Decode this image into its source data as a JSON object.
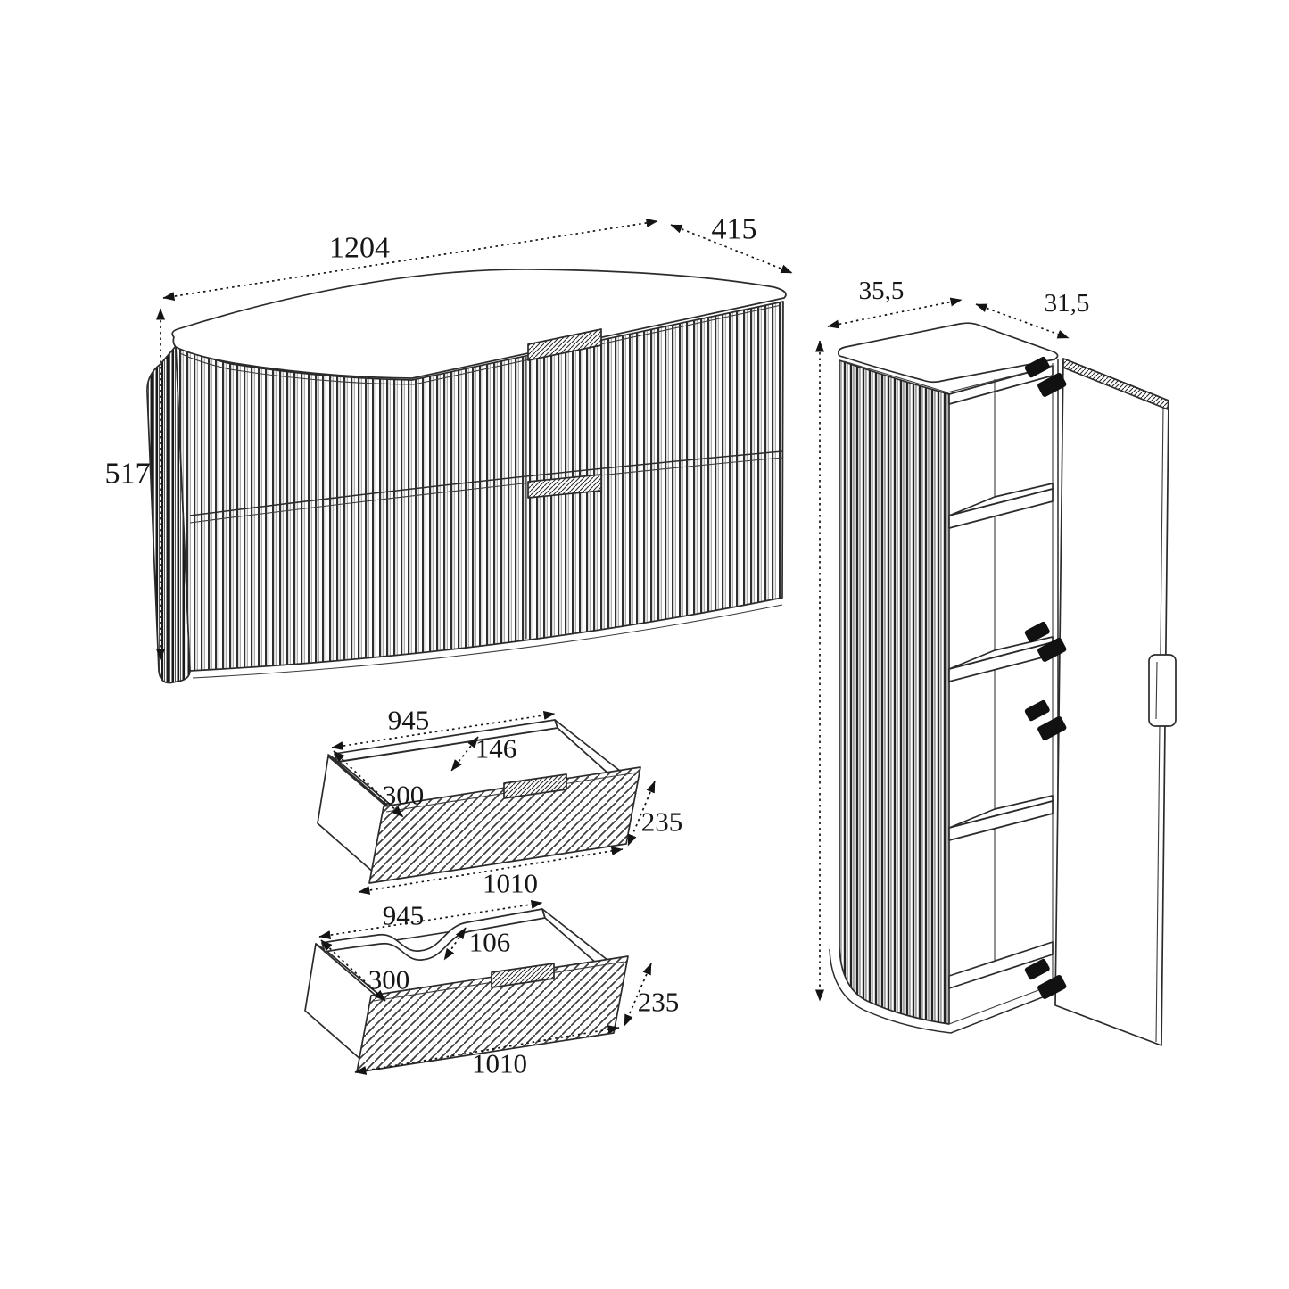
{
  "colors": {
    "ink": "#1a1a1a",
    "background": "#ffffff"
  },
  "vanity": {
    "width": "1204",
    "depth": "415",
    "height": "517"
  },
  "drawer_upper": {
    "inner_width": "945",
    "cutout": "146",
    "inner_depth": "300",
    "front_height": "235",
    "front_width": "1010"
  },
  "drawer_lower": {
    "inner_width": "945",
    "cutout": "106",
    "inner_depth": "300",
    "front_height": "235",
    "front_width": "1010"
  },
  "side_cabinet": {
    "depth": "35,5",
    "width": "31,5"
  }
}
